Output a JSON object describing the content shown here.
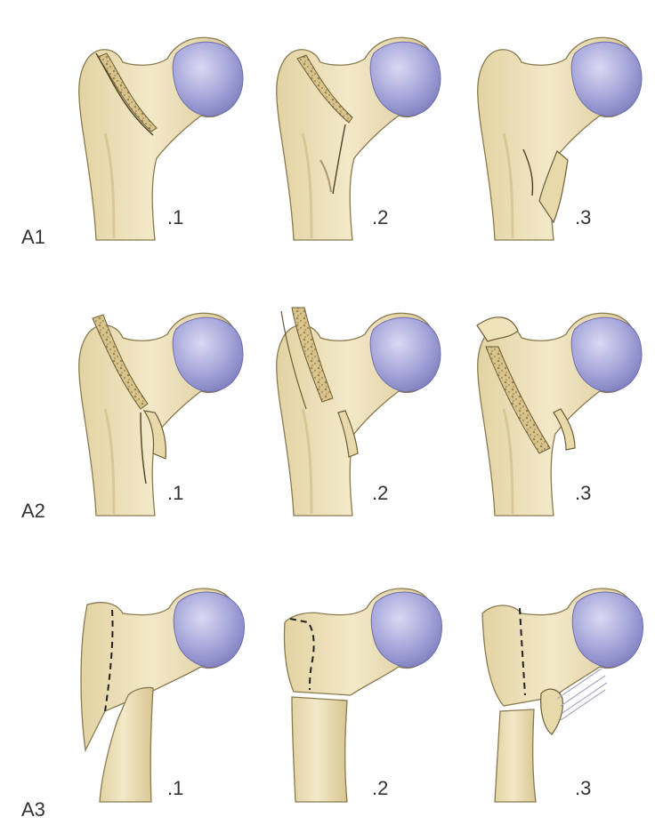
{
  "figure": {
    "rows": [
      {
        "label": "A1",
        "subtypes": [
          ".1",
          ".2",
          ".3"
        ]
      },
      {
        "label": "A2",
        "subtypes": [
          ".1",
          ".2",
          ".3"
        ]
      },
      {
        "label": "A3",
        "subtypes": [
          ".1",
          ".2",
          ".3"
        ]
      }
    ]
  },
  "colors": {
    "bone": "#efe3bc",
    "bone_shadow": "#d2c08e",
    "outline": "#8a7a50",
    "femoral_head": "#a9a9dc",
    "femoral_head_shadow": "#8585c4",
    "cancellous": "#c9b27a",
    "fracture_line": "#333333",
    "text": "#333333"
  }
}
